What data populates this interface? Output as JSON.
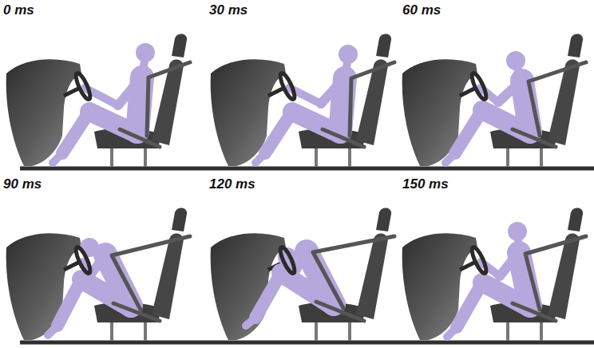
{
  "diagram": {
    "labels": [
      "0 ms",
      "30 ms",
      "60 ms",
      "90 ms",
      "120 ms",
      "150 ms"
    ]
  }
}
